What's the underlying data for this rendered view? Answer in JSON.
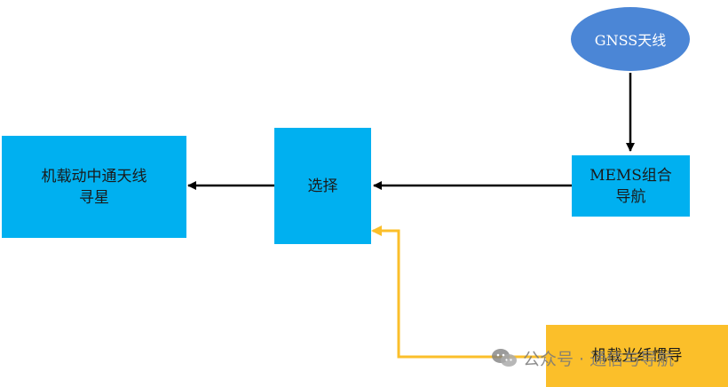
{
  "nodes": {
    "gnss_antenna": "GNSS天线",
    "mems_nav_line1": "MEMS组合",
    "mems_nav_line2": "导航",
    "selector": "选择",
    "satcom_line1": "机载动中通天线",
    "satcom_line2": "寻星",
    "fog_ins": "机载光纤惯导"
  },
  "watermark": {
    "text": "公众号 · 通信与导航",
    "icon": "wechat-icon"
  },
  "colors": {
    "box_blue": "#00b0f0",
    "oval_blue": "#4b86d6",
    "amber": "#fbbf2a",
    "arrow_black": "#000000"
  }
}
